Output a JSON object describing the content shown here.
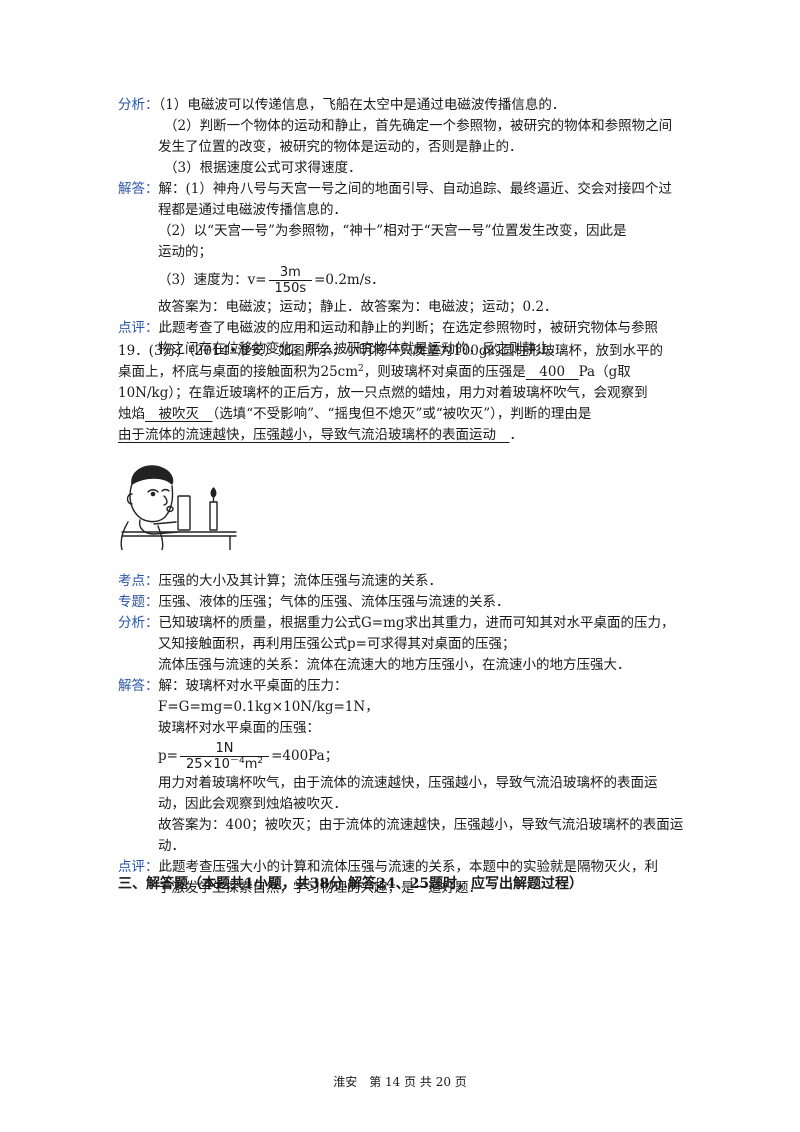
{
  "q18": {
    "analysis_label": "分析：",
    "analysis": [
      "（1）电磁波可以传递信息，飞船在太空中是通过电磁波传播信息的．",
      "（2）判断一个物体的运动和静止，首先确定一个参照物，被研究的物体和参照物之间",
      "发生了位置的改变，被研究的物体是运动的，否则是静止的．",
      "（3）根据速度公式可求得速度．"
    ],
    "answer_label": "解答：",
    "answer": [
      "解：(1）神舟八号与天宫一号之间的地面引导、自动追踪、最终逼近、交会对接四个过",
      "程都是通过电磁波传播信息的．",
      "（2）以“天宫一号”为参照物，“神十”相对于“天宫一号”位置发生改变，因此是",
      "运动的；"
    ],
    "speed_prefix": "（3）速度为：v=",
    "speed_num": "3m",
    "speed_den": "150s",
    "speed_suffix": "=0.2m/s．",
    "conclusion": "故答案为：电磁波；运动；静止．故答案为：电磁波；运动；0.2．",
    "comment_label": "点评：",
    "comment": [
      "此题考查了电磁波的应用和运动和静止的判断；在选定参照物时，被研究物体与参照",
      "物之间存在位移的变化，那么被研究物体就是运动的，反之则静止．"
    ]
  },
  "q19": {
    "l1": "19．(3分)（2014•淮安）如图所示，小明将一只质量为100g的圆柱形玻璃杯，放到水平的",
    "l2a": "桌面上，杯底与桌面的接触面积为25cm",
    "l2sup": "2",
    "l2b": "，则玻璃杯对桌面的压强是",
    "blank1": "　400　",
    "l2c": "Pa（g取",
    "l3": "10N/kg）；在靠近玻璃杯的正后方，放一只点燃的蜡烛，用力对着玻璃杯吹气，会观察到",
    "l4a": "烛焰",
    "blank2": "　被吹灭　",
    "l4b": "（选填“不受影响”、“摇曳但不熄灭”或“被吹灭”），判断的理由是",
    "blank3": "由于流体的流速越快，压强越小，导致气流沿玻璃杯的表面运动　",
    "l5end": "．",
    "kp_label": "考点：",
    "kp": "压强的大小及其计算；流体压强与流速的关系．",
    "topic_label": "专题：",
    "topic": "压强、液体的压强；气体的压强、流体压强与流速的关系．",
    "analysis_label": "分析：",
    "analysis": [
      "已知玻璃杯的质量，根据重力公式G=mg求出其重力，进而可知其对水平桌面的压力，",
      "又知接触面积，再利用压强公式p=可求得其对桌面的压强；",
      "流体压强与流速的关系：流体在流速大的地方压强小，在流速小的地方压强大．"
    ],
    "answer_label": "解答：",
    "answer": [
      "解：玻璃杯对水平桌面的压力：",
      "F=G=mg=0.1kg×10N/kg=1N，",
      "玻璃杯对水平桌面的压强："
    ],
    "p_prefix": "p=",
    "p_num": "1N",
    "p_den": "25×10",
    "p_den_exp": "－4",
    "p_den_unit": "m",
    "p_den_unit_exp": "2",
    "p_suffix": "=400Pa；",
    "answer2": [
      "用力对着玻璃杯吹气，由于流体的流速越快，压强越小，导致气流沿玻璃杯的表面运",
      "动，因此会观察到烛焰被吹灭．",
      "故答案为：400；被吹灭；由于流体的流速越快，压强越小，导致气流沿玻璃杯的表面运",
      "动．"
    ],
    "comment_label": "点评：",
    "comment": [
      "此题考查压强大小的计算和流体压强与流速的关系，本题中的实验就是隔物灭火，利",
      "于激发学生探索自然，学习物理的兴趣，是一道好题．"
    ]
  },
  "section3": "三、解答题（本题共1小题，共38分.解答24、25题时，应写出解题过程）",
  "footer": "淮安　第 14 页 共 20 页",
  "colors": {
    "label": "#2c55a8",
    "text": "#1a1a1a"
  }
}
